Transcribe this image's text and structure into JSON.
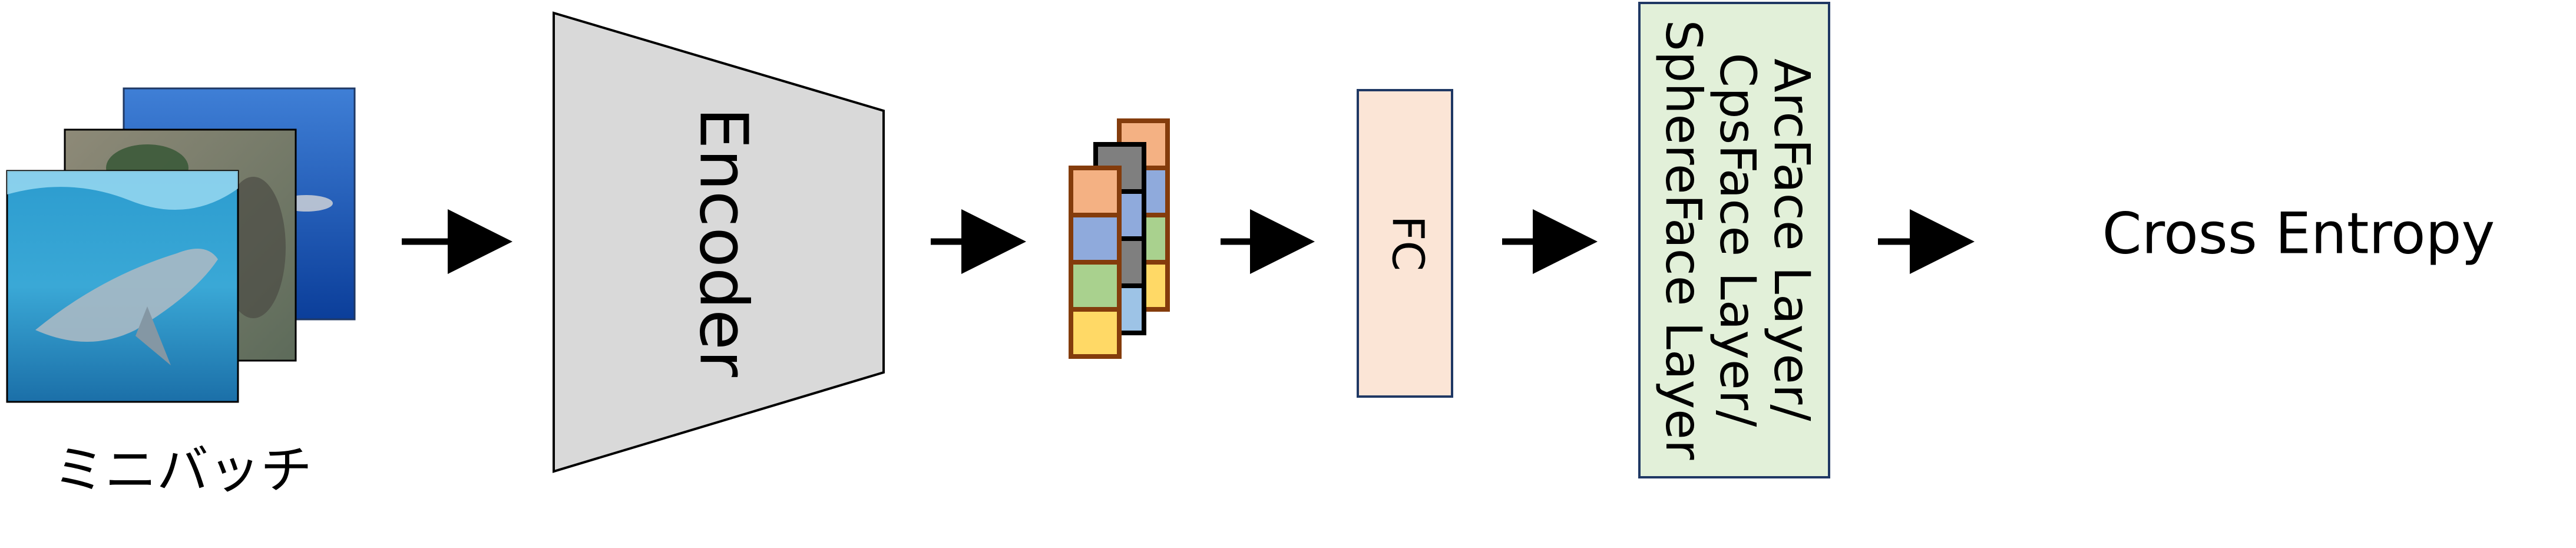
{
  "mini_batch": {
    "label": "ミニバッチ",
    "images": [
      {
        "name": "underwater-photo-back",
        "description_icon": "image-icon"
      },
      {
        "name": "underwater-photo-middle",
        "description_icon": "image-icon"
      },
      {
        "name": "shark-photo-front",
        "description_icon": "image-icon"
      }
    ]
  },
  "encoder": {
    "label": "Encoder",
    "fill": "#d9d9d9"
  },
  "feature_stack": {
    "border_colors": [
      "#843c0c",
      "#000000",
      "#843c0c"
    ],
    "cell_colors": [
      "#f4b183",
      "#8faadc",
      "#a9d18e",
      "#ffd966"
    ],
    "back_cell_colors": [
      "#7f7f7f",
      "#8faadc",
      "#7f7f7f",
      "#9dc3e6"
    ]
  },
  "fc": {
    "label": "FC",
    "fill": "#fbe5d6",
    "border": "#1f3864"
  },
  "margin_layer": {
    "lines": [
      "ArcFace Layer/",
      "CpsFace Layer/",
      "SphereFace Layer"
    ],
    "fill": "#e2f0d9",
    "border": "#1f3864"
  },
  "loss": {
    "label": "Cross Entropy"
  },
  "arrow_color": "#000000"
}
